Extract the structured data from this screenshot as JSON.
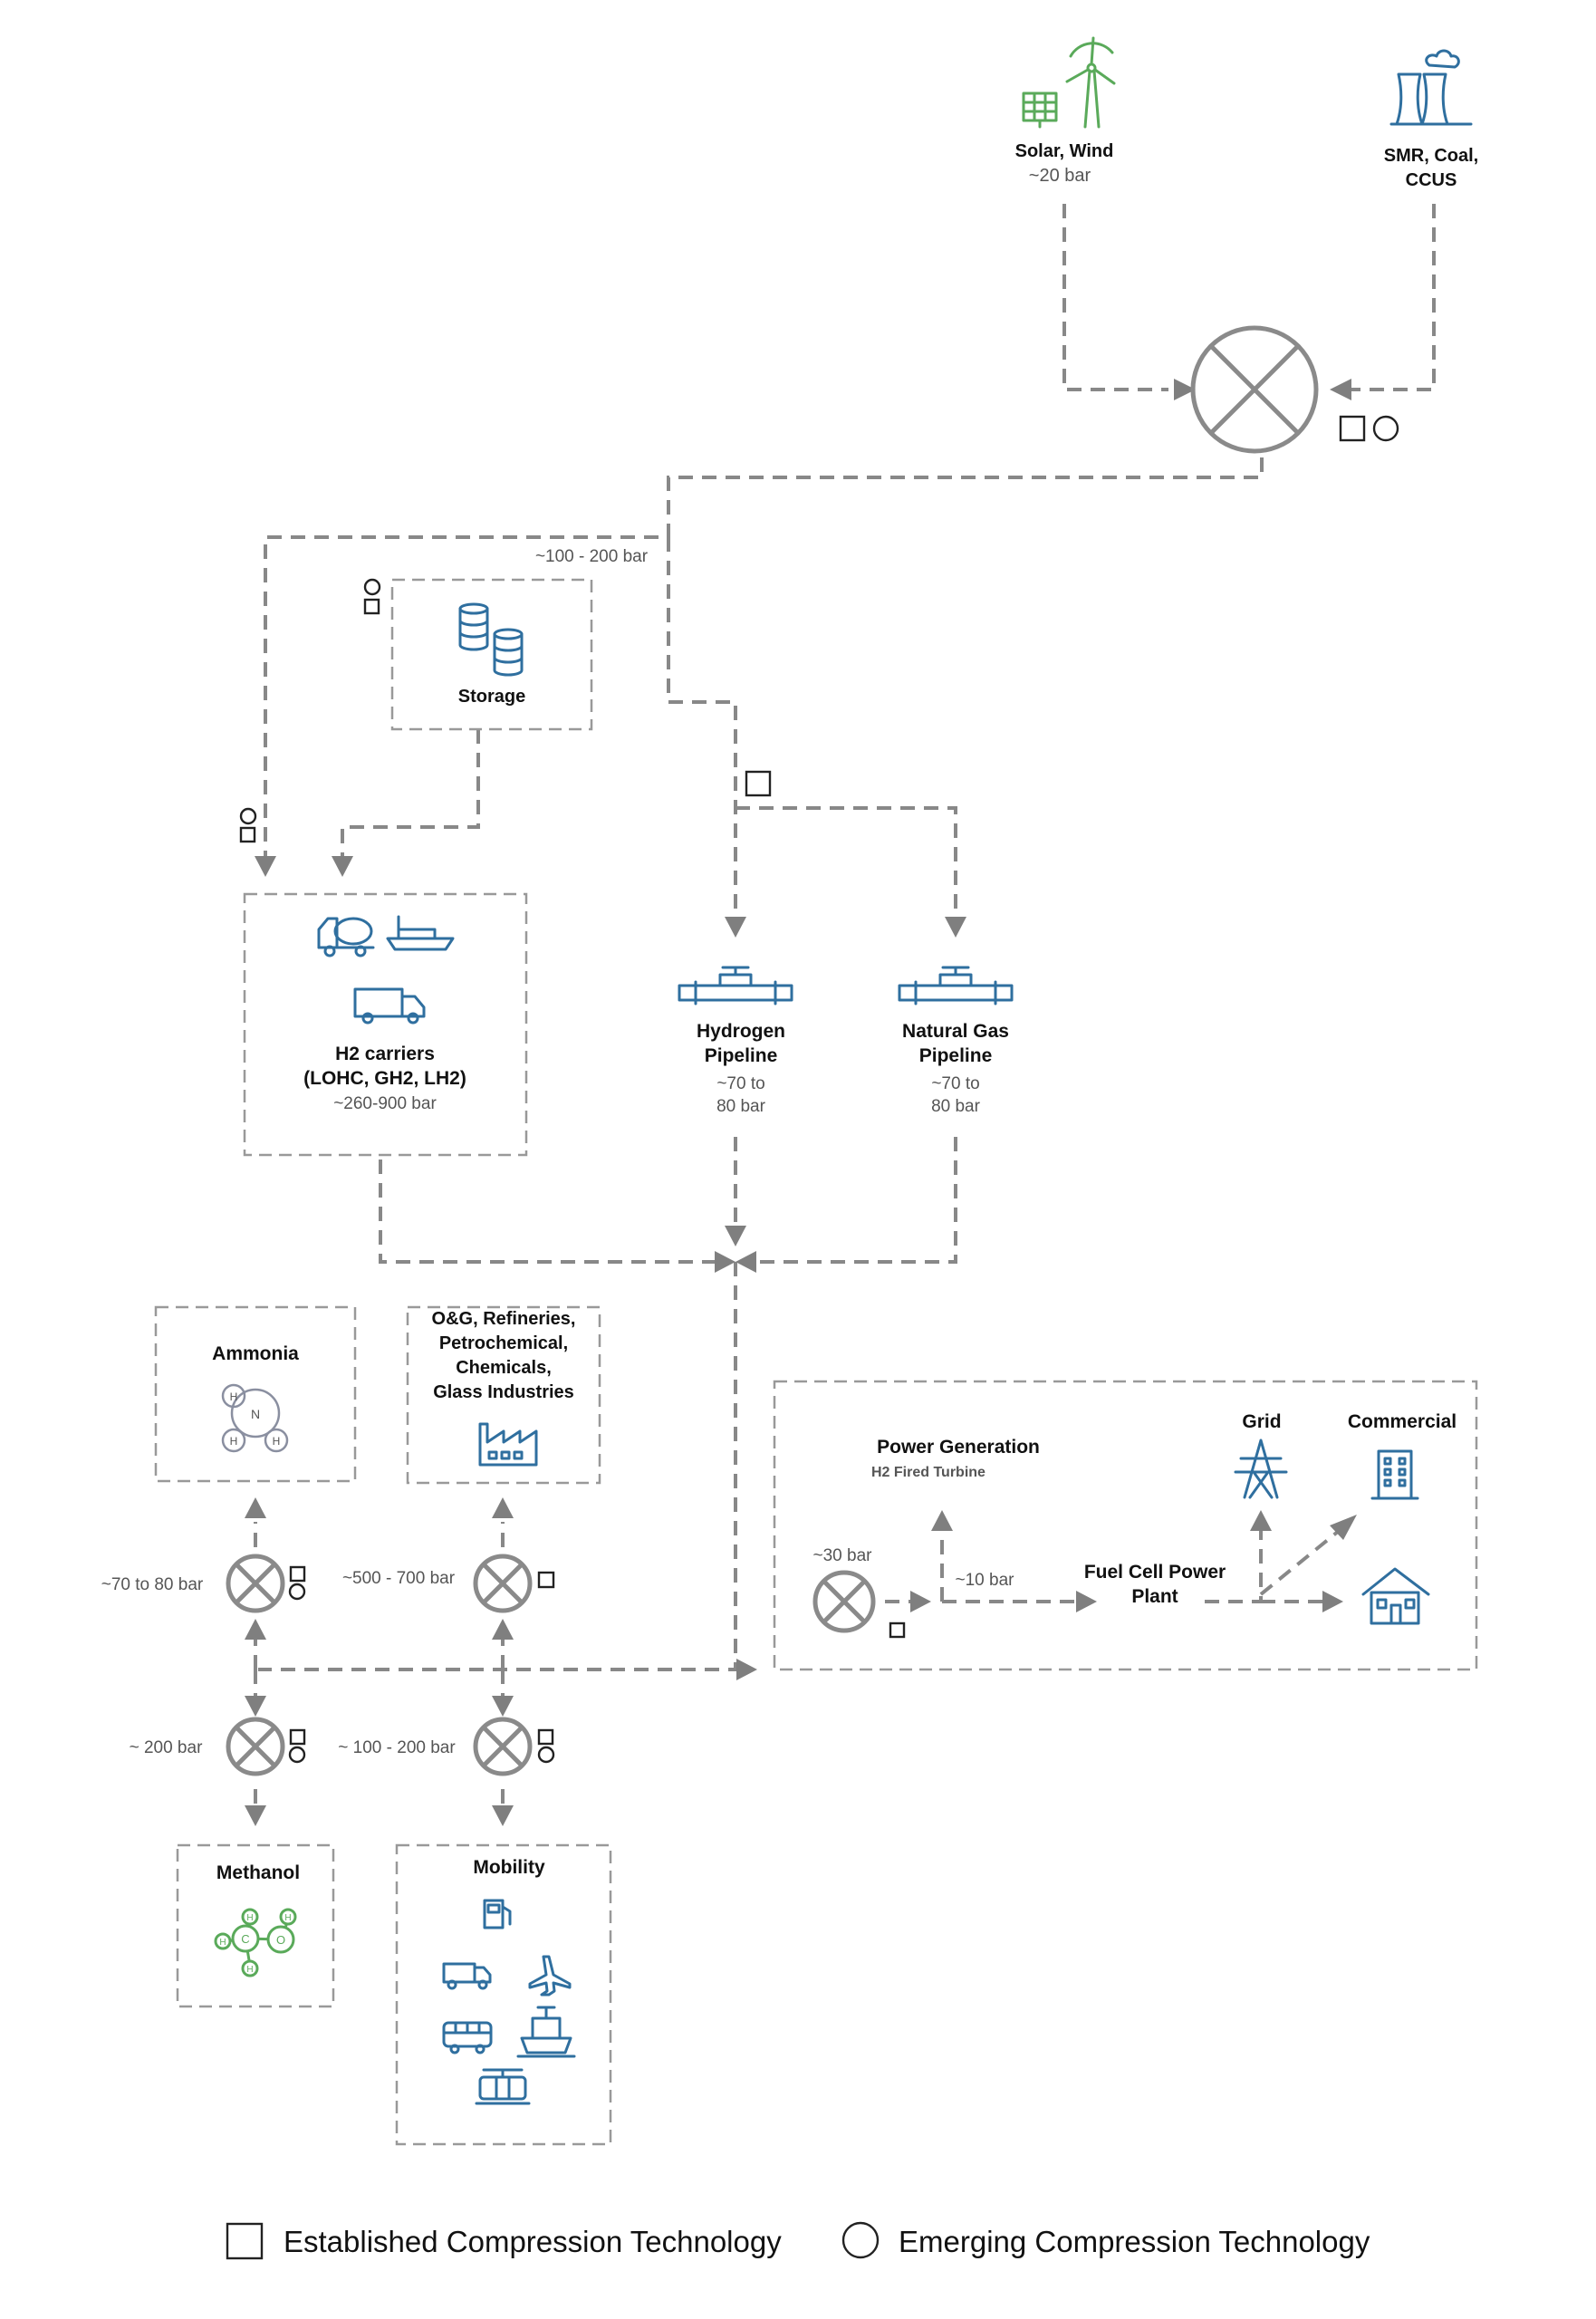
{
  "sources": {
    "renewable": {
      "title": "Solar, Wind",
      "pressure": "~20 bar"
    },
    "fossil": {
      "title_line1": "SMR, Coal,",
      "title_line2": "CCUS"
    }
  },
  "storage": {
    "title": "Storage",
    "pressure": "~100 - 200 bar"
  },
  "carriers": {
    "line1": "H2 carriers",
    "line2": "(LOHC, GH2, LH2)",
    "pressure": "~260-900 bar"
  },
  "hydrogen_pipeline": {
    "line1": "Hydrogen",
    "line2": "Pipeline",
    "p1": "~70 to",
    "p2": "80 bar"
  },
  "gas_pipeline": {
    "line1": "Natural Gas",
    "line2": "Pipeline",
    "p1": "~70 to",
    "p2": "80 bar"
  },
  "ammonia": {
    "title": "Ammonia",
    "pressure": "~70 to 80 bar",
    "atoms": {
      "center": "N",
      "a": "H",
      "b": "H",
      "c": "H"
    }
  },
  "industry": {
    "line1": "O&G, Refineries,",
    "line2": "Petrochemical,",
    "line3": "Chemicals,",
    "line4": "Glass Industries",
    "pressure": "~500 - 700 bar"
  },
  "methanol": {
    "title": "Methanol",
    "pressure": "~ 200 bar",
    "atoms": {
      "c": "C",
      "o": "O",
      "h": "H"
    }
  },
  "mobility": {
    "title": "Mobility",
    "pressure": "~ 100 - 200 bar"
  },
  "power": {
    "generation_title": "Power Generation",
    "generation_sub": "H2 Fired Turbine",
    "grid": "Grid",
    "commercial": "Commercial",
    "fuel_cell_line1": "Fuel Cell Power",
    "fuel_cell_line2": "Plant",
    "in_pressure": "~30 bar",
    "out_pressure": "~10 bar"
  },
  "legend": {
    "established": "Established Compression Technology",
    "emerging": "Emerging Compression Technology"
  },
  "colors": {
    "flow": "#888888",
    "renewable_icon": "#5aaa5a",
    "fossil_icon": "#2f6f9f",
    "text": "#111111"
  }
}
